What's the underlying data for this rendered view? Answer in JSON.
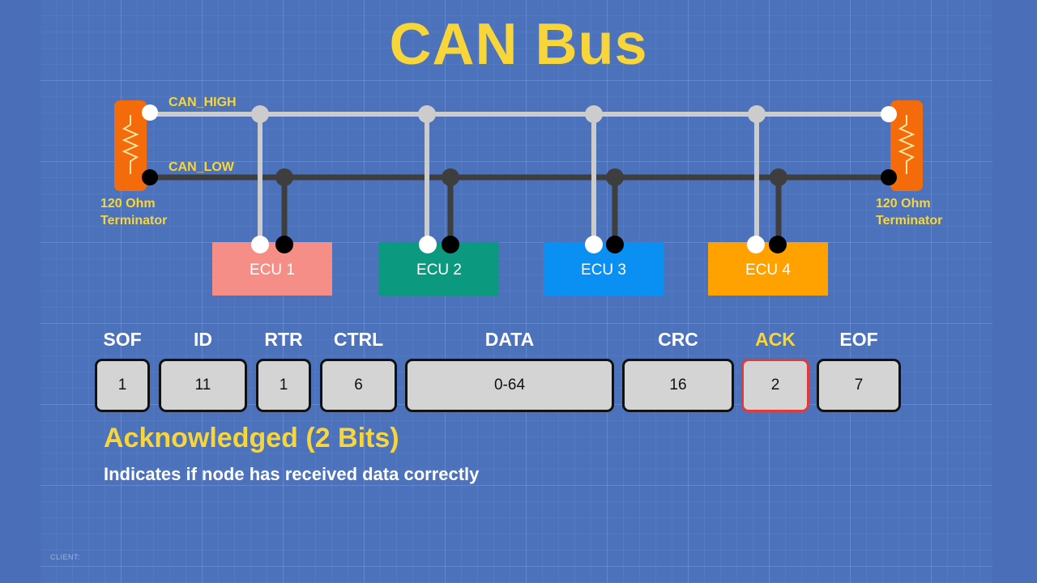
{
  "title": "CAN Bus",
  "bus": {
    "high_label": "CAN_HIGH",
    "low_label": "CAN_LOW"
  },
  "terminators": [
    {
      "line1": "120 Ohm",
      "line2": "Terminator"
    },
    {
      "line1": "120 Ohm",
      "line2": "Terminator"
    }
  ],
  "ecus": [
    {
      "label": "ECU 1",
      "color": "#f58e86"
    },
    {
      "label": "ECU 2",
      "color": "#0b9a80"
    },
    {
      "label": "ECU 3",
      "color": "#0a8ff2"
    },
    {
      "label": "ECU 4",
      "color": "#ffa200"
    }
  ],
  "frame_fields": [
    {
      "name": "SOF",
      "bits": "1"
    },
    {
      "name": "ID",
      "bits": "11"
    },
    {
      "name": "RTR",
      "bits": "1"
    },
    {
      "name": "CTRL",
      "bits": "6"
    },
    {
      "name": "DATA",
      "bits": "0-64"
    },
    {
      "name": "CRC",
      "bits": "16"
    },
    {
      "name": "ACK",
      "bits": "2",
      "highlighted": true
    },
    {
      "name": "EOF",
      "bits": "7"
    }
  ],
  "selected_field": {
    "headline": "Acknowledged (2 Bits)",
    "description": "Indicates if node has received data correctly"
  },
  "footer": {
    "client_label": "CLIENT:"
  },
  "colors": {
    "background": "#4a6fb8",
    "accent_yellow": "#f8d63a",
    "can_high_wire": "#cccccc",
    "can_low_wire": "#3e3e3e",
    "terminator": "#f36b0a",
    "highlight_border": "#e03a3a"
  }
}
